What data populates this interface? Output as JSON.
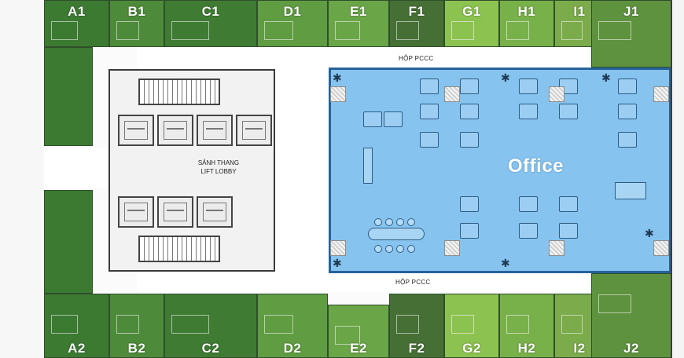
{
  "plan": {
    "top_units": [
      {
        "id": "a1",
        "label": "A1",
        "color": "#3c7a32"
      },
      {
        "id": "b1",
        "label": "B1",
        "color": "#4d8a3a"
      },
      {
        "id": "c1",
        "label": "C1",
        "color": "#3f7b33"
      },
      {
        "id": "d1",
        "label": "D1",
        "color": "#5f9c42"
      },
      {
        "id": "e1",
        "label": "E1",
        "color": "#6aa548"
      },
      {
        "id": "f1",
        "label": "F1",
        "color": "#466f35"
      },
      {
        "id": "g1",
        "label": "G1",
        "color": "#8cc250"
      },
      {
        "id": "h1",
        "label": "H1",
        "color": "#78b04a"
      },
      {
        "id": "i1",
        "label": "I1",
        "color": "#7bab4b"
      },
      {
        "id": "j1",
        "label": "J1",
        "color": "#5e923f"
      }
    ],
    "bottom_units": [
      {
        "id": "a2",
        "label": "A2",
        "color": "#3c7a32"
      },
      {
        "id": "b2",
        "label": "B2",
        "color": "#4d8a3a"
      },
      {
        "id": "c2",
        "label": "C2",
        "color": "#3f7b33"
      },
      {
        "id": "d2",
        "label": "D2",
        "color": "#5f9c42"
      },
      {
        "id": "e2",
        "label": "E2",
        "color": "#6aa548"
      },
      {
        "id": "f2",
        "label": "F2",
        "color": "#466f35"
      },
      {
        "id": "g2",
        "label": "G2",
        "color": "#8cc250"
      },
      {
        "id": "h2",
        "label": "H2",
        "color": "#78b04a"
      },
      {
        "id": "i2",
        "label": "I2",
        "color": "#7bab4b"
      },
      {
        "id": "j2",
        "label": "J2",
        "color": "#5e923f"
      }
    ],
    "office_label": "Office",
    "hop_pccc_top": "HỘP PCCC",
    "hop_pccc_bottom": "HỘP PCCC",
    "lobby_line1": "SẢNH THANG",
    "lobby_line2": "LIFT LOBBY",
    "colors": {
      "office_fill": "#86c3ee",
      "office_border": "#26629a",
      "corridor": "#ffffff",
      "background": "#fbfbfb"
    }
  }
}
